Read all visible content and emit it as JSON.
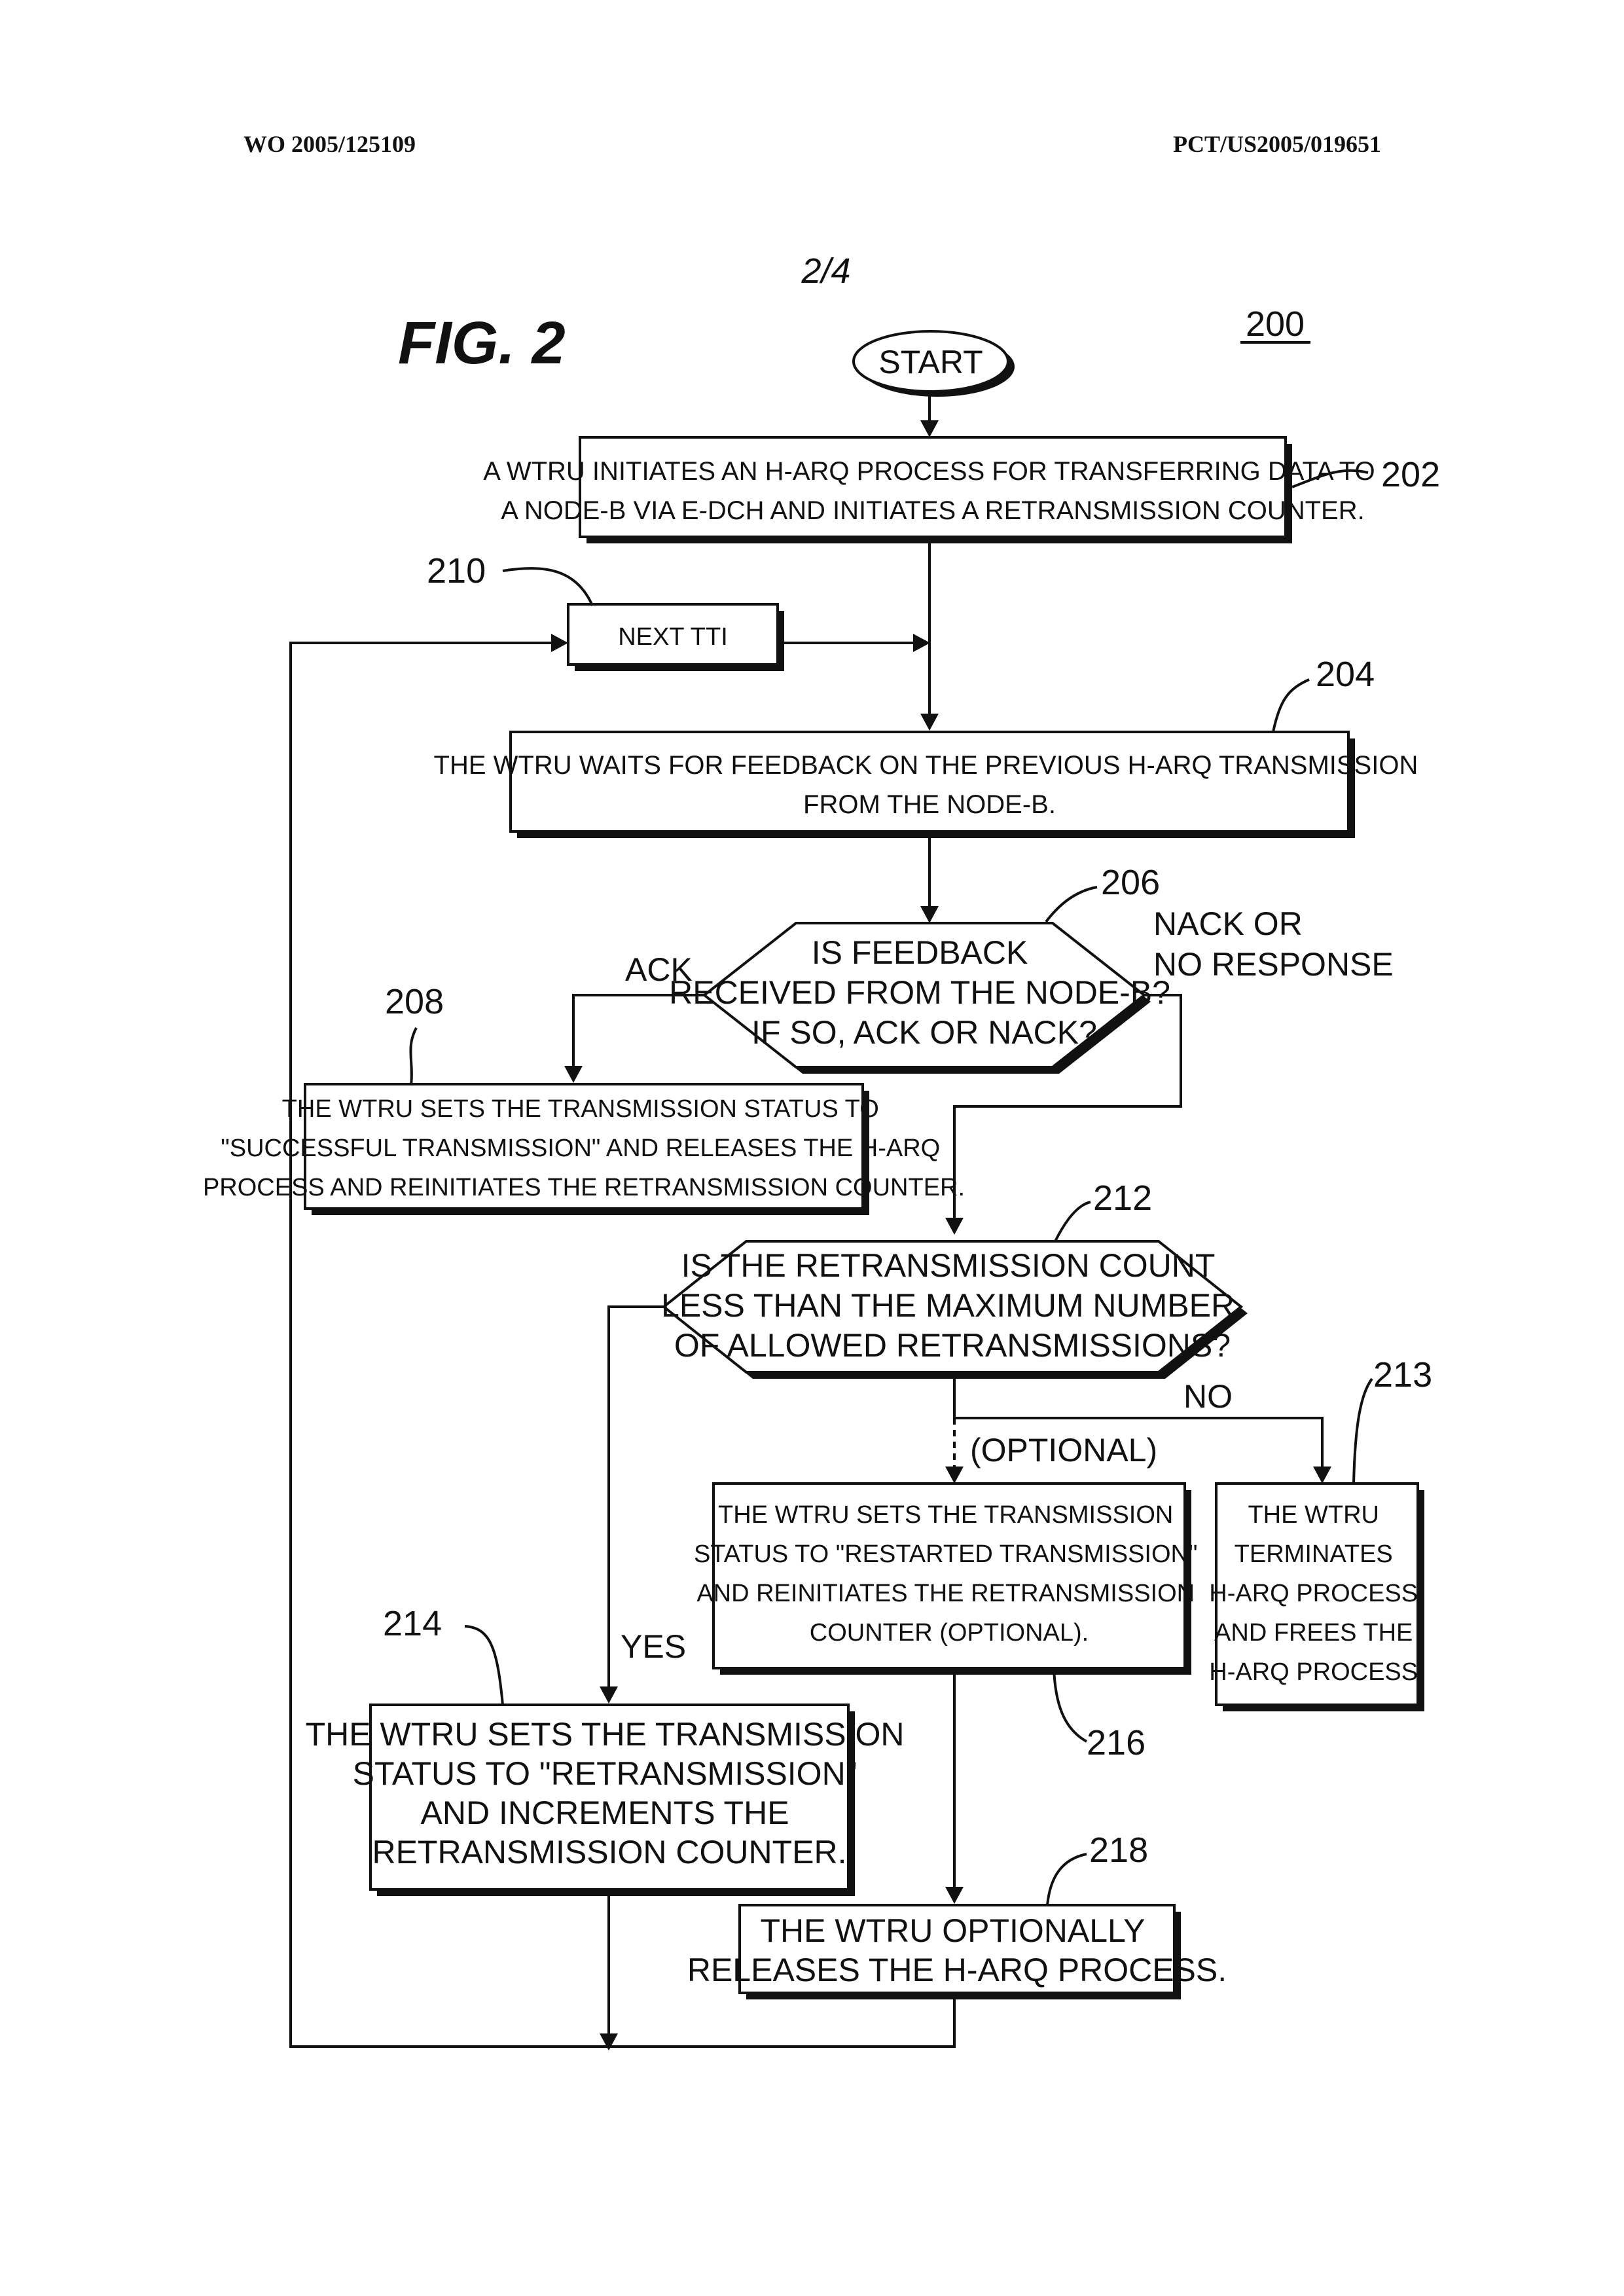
{
  "header": {
    "left": "WO 2005/125109",
    "right": "PCT/US2005/019651"
  },
  "sheet_number": "2/4",
  "figure_title": "FIG. 2",
  "figure_ref": "200",
  "nodes": {
    "start": {
      "label": "START"
    },
    "n202": {
      "ref": "202",
      "lines": [
        "A WTRU INITIATES AN H-ARQ PROCESS FOR TRANSFERRING DATA TO",
        "A NODE-B VIA E-DCH AND INITIATES A RETRANSMISSION COUNTER."
      ]
    },
    "n210": {
      "ref": "210",
      "lines": [
        "NEXT TTI"
      ]
    },
    "n204": {
      "ref": "204",
      "lines": [
        "THE WTRU WAITS FOR FEEDBACK ON THE PREVIOUS H-ARQ TRANSMISSION",
        "FROM THE NODE-B."
      ]
    },
    "n206": {
      "ref": "206",
      "lines": [
        "IS FEEDBACK",
        "RECEIVED FROM THE NODE-B?",
        "IF SO, ACK OR NACK?"
      ]
    },
    "n208": {
      "ref": "208",
      "lines": [
        "THE WTRU SETS THE TRANSMISSION STATUS TO",
        "\"SUCCESSFUL TRANSMISSION\" AND RELEASES THE H-ARQ",
        "PROCESS AND REINITIATES THE RETRANSMISSION COUNTER."
      ]
    },
    "n212": {
      "ref": "212",
      "lines": [
        "IS THE RETRANSMISSION COUNT",
        "LESS THAN THE MAXIMUM NUMBER",
        "OF ALLOWED RETRANSMISSIONS?"
      ]
    },
    "n216": {
      "ref": "216",
      "lines": [
        "THE WTRU SETS THE TRANSMISSION",
        "STATUS TO \"RESTARTED TRANSMISSION\"",
        "AND REINITIATES THE RETRANSMISSION",
        "COUNTER (OPTIONAL)."
      ]
    },
    "n213": {
      "ref": "213",
      "lines": [
        "THE WTRU",
        "TERMINATES",
        "H-ARQ PROCESS",
        "AND FREES THE",
        "H-ARQ PROCESS."
      ]
    },
    "n214": {
      "ref": "214",
      "lines": [
        "THE WTRU SETS THE TRANSMISSION",
        "STATUS TO \"RETRANSMISSION\"",
        "AND INCREMENTS THE",
        "RETRANSMISSION COUNTER."
      ]
    },
    "n218": {
      "ref": "218",
      "lines": [
        "THE WTRU OPTIONALLY",
        "RELEASES THE H-ARQ PROCESS."
      ]
    }
  },
  "edge_labels": {
    "ack": "ACK",
    "nack_line1": "NACK OR",
    "nack_line2": "NO RESPONSE",
    "no": "NO",
    "optional": "(OPTIONAL)",
    "yes": "YES"
  }
}
